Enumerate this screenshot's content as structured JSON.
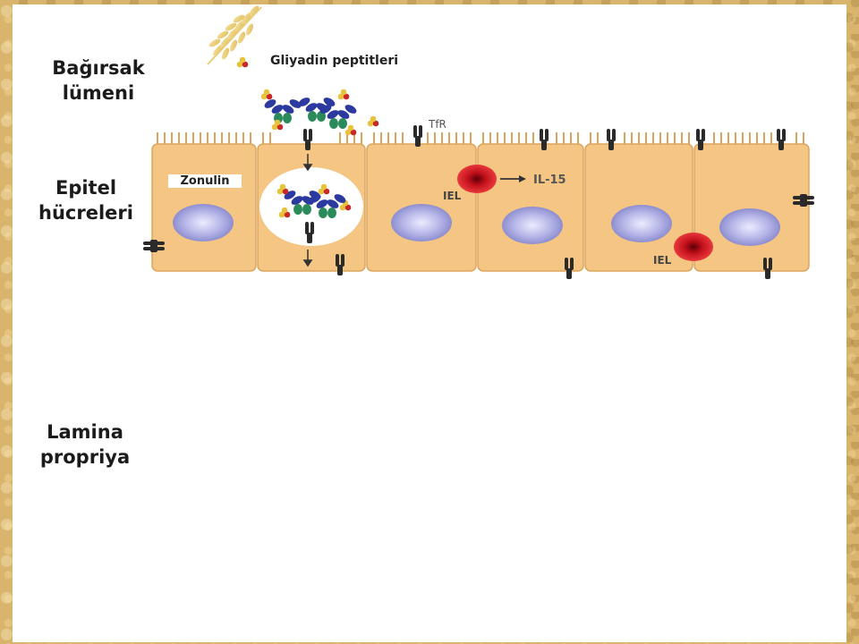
{
  "labels": {
    "lumen": [
      "Bağırsak",
      "lümeni"
    ],
    "epithelium": [
      "Epitel",
      "hücreleri"
    ],
    "lamina": [
      "Lamina",
      "propriya"
    ]
  },
  "diagram": {
    "gliadin_label": "Gliyadin peptitleri",
    "tfr_label": "TfR",
    "zonulin_label": "Zonulin",
    "iel_label_1": "IEL",
    "iel_label_2": "IEL",
    "il15_label": "IL-15"
  },
  "colors": {
    "cell_fill": "#f4c583",
    "cell_edge": "#d7a35c",
    "nucleus": "#a9a9e0",
    "iel": "#d8141c",
    "receptor": "#2a2a2a",
    "frame": "#d8b46c"
  }
}
